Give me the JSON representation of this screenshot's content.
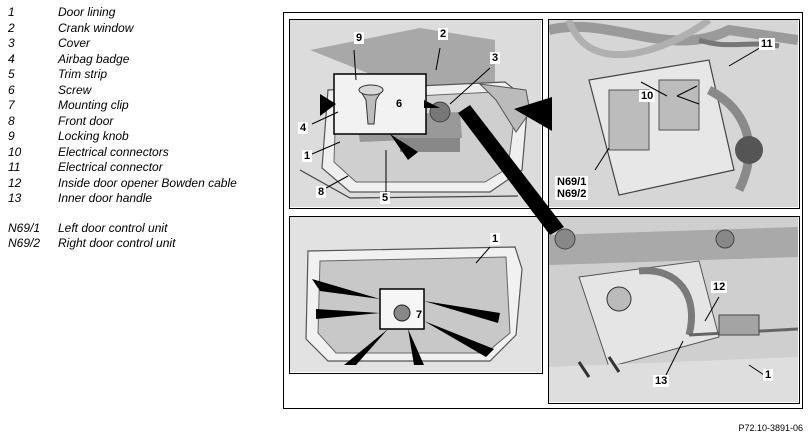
{
  "legend": {
    "items": [
      {
        "num": "1",
        "text": "Door lining"
      },
      {
        "num": "2",
        "text": "Crank window"
      },
      {
        "num": "3",
        "text": "Cover"
      },
      {
        "num": "4",
        "text": "Airbag badge"
      },
      {
        "num": "5",
        "text": "Trim strip"
      },
      {
        "num": "6",
        "text": "Screw"
      },
      {
        "num": "7",
        "text": "Mounting clip"
      },
      {
        "num": "8",
        "text": "Front door"
      },
      {
        "num": "9",
        "text": "Locking knob"
      },
      {
        "num": "10",
        "text": "Electrical connectors"
      },
      {
        "num": "11",
        "text": "Electrical connector"
      },
      {
        "num": "12",
        "text": "Inside door opener Bowden cable"
      },
      {
        "num": "13",
        "text": "Inner door handle"
      }
    ],
    "units": [
      {
        "num": "N69/1",
        "text": "Left door control unit"
      },
      {
        "num": "N69/2",
        "text": "Right door control unit"
      }
    ]
  },
  "callouts": {
    "panel1": {
      "c9": "9",
      "c2": "2",
      "c3": "3",
      "c6": "6",
      "c4": "4",
      "c1": "1",
      "c8": "8",
      "c5": "5"
    },
    "panel2": {
      "c11": "11",
      "c10": "10",
      "unit1": "N69/1",
      "unit2": "N69/2"
    },
    "panel3": {
      "c1": "1",
      "c7": "7"
    },
    "panel4": {
      "c12": "12",
      "c13": "13",
      "c1": "1"
    }
  },
  "figure_code": "P72.10-3891-06"
}
